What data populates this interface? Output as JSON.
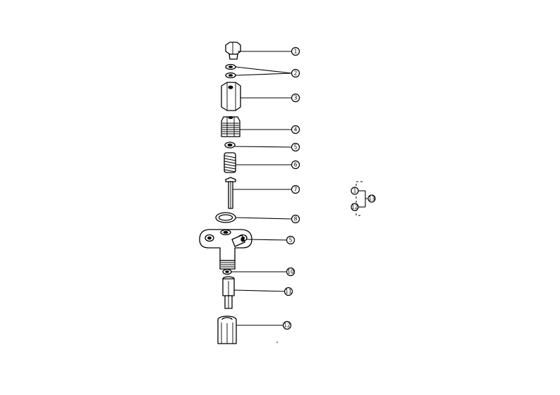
{
  "callouts": [
    {
      "id": "1",
      "label": "1"
    },
    {
      "id": "2",
      "label": "2"
    },
    {
      "id": "3",
      "label": "3"
    },
    {
      "id": "4",
      "label": "4"
    },
    {
      "id": "5",
      "label": "5"
    },
    {
      "id": "6",
      "label": "6"
    },
    {
      "id": "7",
      "label": "7"
    },
    {
      "id": "8",
      "label": "8"
    },
    {
      "id": "9",
      "label": "5"
    },
    {
      "id": "10",
      "label": "10"
    },
    {
      "id": "11",
      "label": "11"
    },
    {
      "id": "12",
      "label": "12"
    }
  ],
  "kit": {
    "items": [
      "1",
      "12"
    ],
    "result": "13"
  }
}
